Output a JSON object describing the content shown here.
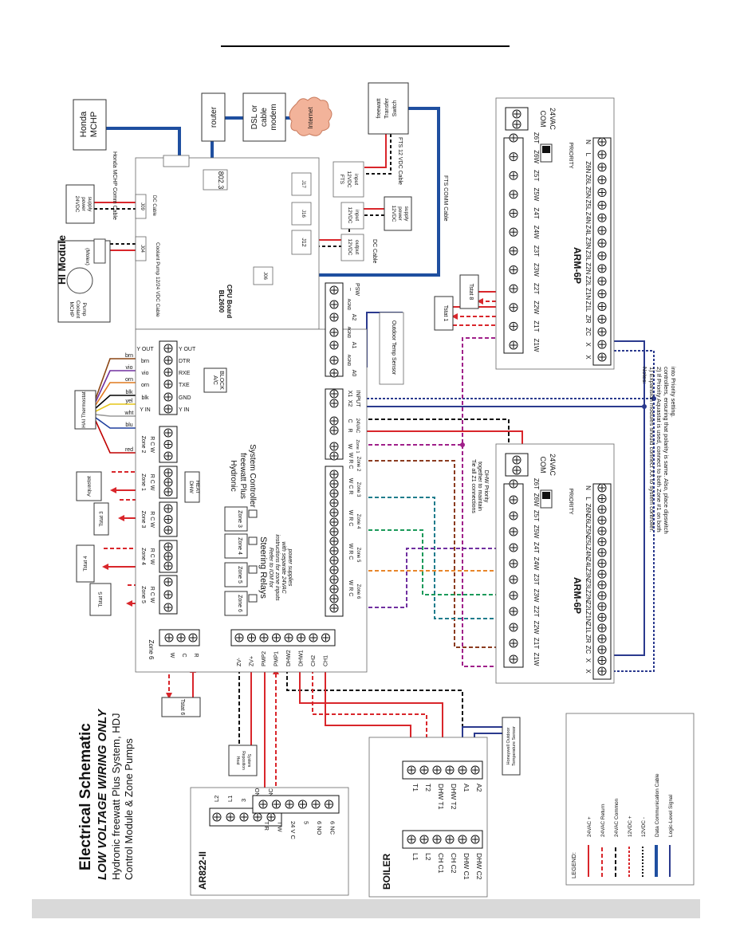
{
  "title": {
    "main": "Electrical Schematic",
    "sub": "LOW VOLTAGE WIRING ONLY",
    "line3": "Hydronic freewatt Plus System, HDJ",
    "line4": "Control Module & Zone Pumps"
  },
  "devices": {
    "honda": "Honda",
    "mchp": "MCHP",
    "honda_comm_cable": "Honda MCHP Comm Cable",
    "router": "router",
    "modem": [
      "DSL or",
      "cable",
      "modem"
    ],
    "internet": "Internet",
    "fts_switch": [
      "freewatt",
      "Transfer",
      "Switch"
    ],
    "fts_12vdc_cable": "FTS 12 VDC Cable",
    "fts_comm_cable": "FTS COMM Cable",
    "power_supply_24": [
      "24VDC",
      "power",
      "supply"
    ],
    "power_supply_12": [
      "12VDC",
      "power",
      "supply"
    ],
    "dc_cable": "DC Cable",
    "hi_module": "HI Module",
    "mchp_pump": [
      "MCHP",
      "Coolant",
      "Pump"
    ],
    "molex": "(Molex)",
    "coolant_pump_cable": "Coolant Pump 12/24 VDC Cable",
    "bl2600": "BL2600",
    "cpu_board": "CPU Board"
  },
  "board_labels": {
    "j09": "J09",
    "j04": "J04",
    "j06": "J06",
    "j12": "J12",
    "j16": "J16",
    "j17": "J17",
    "p8023": "802.3",
    "fts_input": [
      "FTS",
      "12VDC",
      "input"
    ],
    "in12": [
      "12VDC",
      "input"
    ],
    "out12": [
      "12VDC",
      "output"
    ]
  },
  "analog": {
    "a0": "A0",
    "a1": "A1",
    "a2": "A2",
    "agnd": "AGND",
    "psw": "PSW",
    "dash": "–",
    "outdoor_sensor": "Outdoor Temp Sensor"
  },
  "thermostat": {
    "name": "HAI Thermostat",
    "wires": [
      "brn",
      "vio",
      "orn",
      "blk",
      "yel",
      "wht",
      "blu",
      "red"
    ],
    "colors": [
      "#8B4513",
      "#7030a0",
      "#e07a1f",
      "#000000",
      "#e6c619",
      "#9a9a9a",
      "#1f3f9e",
      "#c00000"
    ],
    "terminals": [
      "Y OUT",
      "brn",
      "vio",
      "orn",
      "blk",
      "Y IN"
    ],
    "right_terminals": [
      "Y OUT",
      "DTR",
      "RXE",
      "TXE",
      "GND",
      "Y IN"
    ],
    "ac_block": [
      "A/C",
      "BLOCK"
    ]
  },
  "zones_left": [
    {
      "name": "Zone 2",
      "terms": "R   C   W"
    },
    {
      "name": "Zone 1",
      "terms": "R   C   W"
    },
    {
      "name": "Zone 3",
      "terms": "R   C   W"
    },
    {
      "name": "Zone 4",
      "terms": "R   C   W"
    },
    {
      "name": "Zone 5",
      "terms": "R   C   W"
    }
  ],
  "tstats_left": [
    "Aquastat",
    "Tstat 3",
    "Tstat 4",
    "Tstat 5"
  ],
  "zone6": {
    "name": "Zone 6",
    "terms": [
      "W",
      "C",
      "R"
    ],
    "tstat": "Tstat 6"
  },
  "center": {
    "product": [
      "Hydronic",
      "freewatt Plus",
      "System Controller"
    ],
    "dhw": "DHW",
    "heat": "HEAT",
    "relays": [
      "Zone 3",
      "Zone 4",
      "Zone 5",
      "Zone 6"
    ],
    "steering": "Steering Relays",
    "note": [
      "Refer to IOM for",
      "instructions for zone inputs",
      "with separate 24VAC",
      "power supplies"
    ]
  },
  "bottom_terms": [
    "ZV-",
    "ZV+",
    "PMP2",
    "PMP1",
    "DHW2",
    "DHW1",
    "CH2",
    "CH1"
  ],
  "zones_right": [
    {
      "name": "Zone 2",
      "terms": "W  R  C"
    },
    {
      "name": "Zone 3",
      "terms": "W  C  R"
    },
    {
      "name": "Zone 4",
      "terms": "W  R  C"
    },
    {
      "name": "Zone 5",
      "terms": "W  R  C"
    },
    {
      "name": "Zone 6",
      "terms": "W  R  C"
    }
  ],
  "input_terms": {
    "x1": "X1",
    "x2": "X2",
    "input": "INPUT",
    "r": "R",
    "c": "C",
    "w": "W",
    "vac": "24VAC",
    "zone1": "Zone 1"
  },
  "tie_note": [
    "Tie all Z1 connections",
    "together to maintain",
    "DHW Priority"
  ],
  "arm": {
    "name": "ARM-6P",
    "com": "COM",
    "vac": "24VAC",
    "priority": "PRIORITY",
    "left_terms": [
      "Z1W",
      "Z1T",
      "Z2W",
      "Z2T",
      "Z3W",
      "Z3T",
      "Z4W",
      "Z4T",
      "Z5W",
      "Z5T",
      "Z6W",
      "Z6T"
    ],
    "right_terms": [
      "X",
      "X",
      "ZC",
      "ZR",
      "Z1L",
      "Z1N",
      "Z2L",
      "Z2N",
      "Z3L",
      "Z3N",
      "Z4L",
      "Z4N",
      "Z5L",
      "Z5N",
      "Z6L",
      "Z6N",
      "L",
      "N"
    ]
  },
  "arm_tstats": [
    "Tstat 1",
    "Tstat 8"
  ],
  "notes": {
    "heading": "Notes:",
    "lines": [
      "1) Expansion modules should connect XX to system controller.",
      "2) If Priority Aquastat is used, connect to both Zone #1 on both",
      "controllers, ensuring that polarity is same. Also, place dipswitch",
      "into Priority setting."
    ]
  },
  "ar822": {
    "name": "AR822-II",
    "top": [
      "L2",
      "L1",
      "3",
      "4 NO",
      "4 NC"
    ],
    "right": [
      "T R",
      "T W",
      "24 V C",
      "5",
      "6 NO",
      "6 NC"
    ],
    "heat_repo": [
      "Heat",
      "Reposition",
      "System"
    ]
  },
  "boiler": {
    "name": "BOILER",
    "left": [
      "L1",
      "L2",
      "CH C1",
      "CH C2",
      "DHW C1",
      "DHW C2"
    ],
    "right": [
      "T1",
      "T2",
      "DHW T1",
      "DHW T2",
      "A1",
      "A2"
    ],
    "sensor": [
      "Honeywell Outdoor",
      "Temperature Sensor"
    ]
  },
  "legend": {
    "title": "LEGEND:",
    "items": [
      "24VAC +",
      "24VAC Return",
      "24VAC Common",
      "12VDC +",
      "12VDC -",
      "Data Communication Cable",
      "Logic-Level Signal"
    ]
  },
  "colors": {
    "red": "#d9262b",
    "blue": "#1f4fa0",
    "navy": "#2b3a8e",
    "purple": "#7030a0",
    "teal": "#1f7c8c",
    "green": "#1b9a5a",
    "orange": "#e8862a",
    "brown": "#8b3b1f",
    "magenta": "#a0208a"
  }
}
